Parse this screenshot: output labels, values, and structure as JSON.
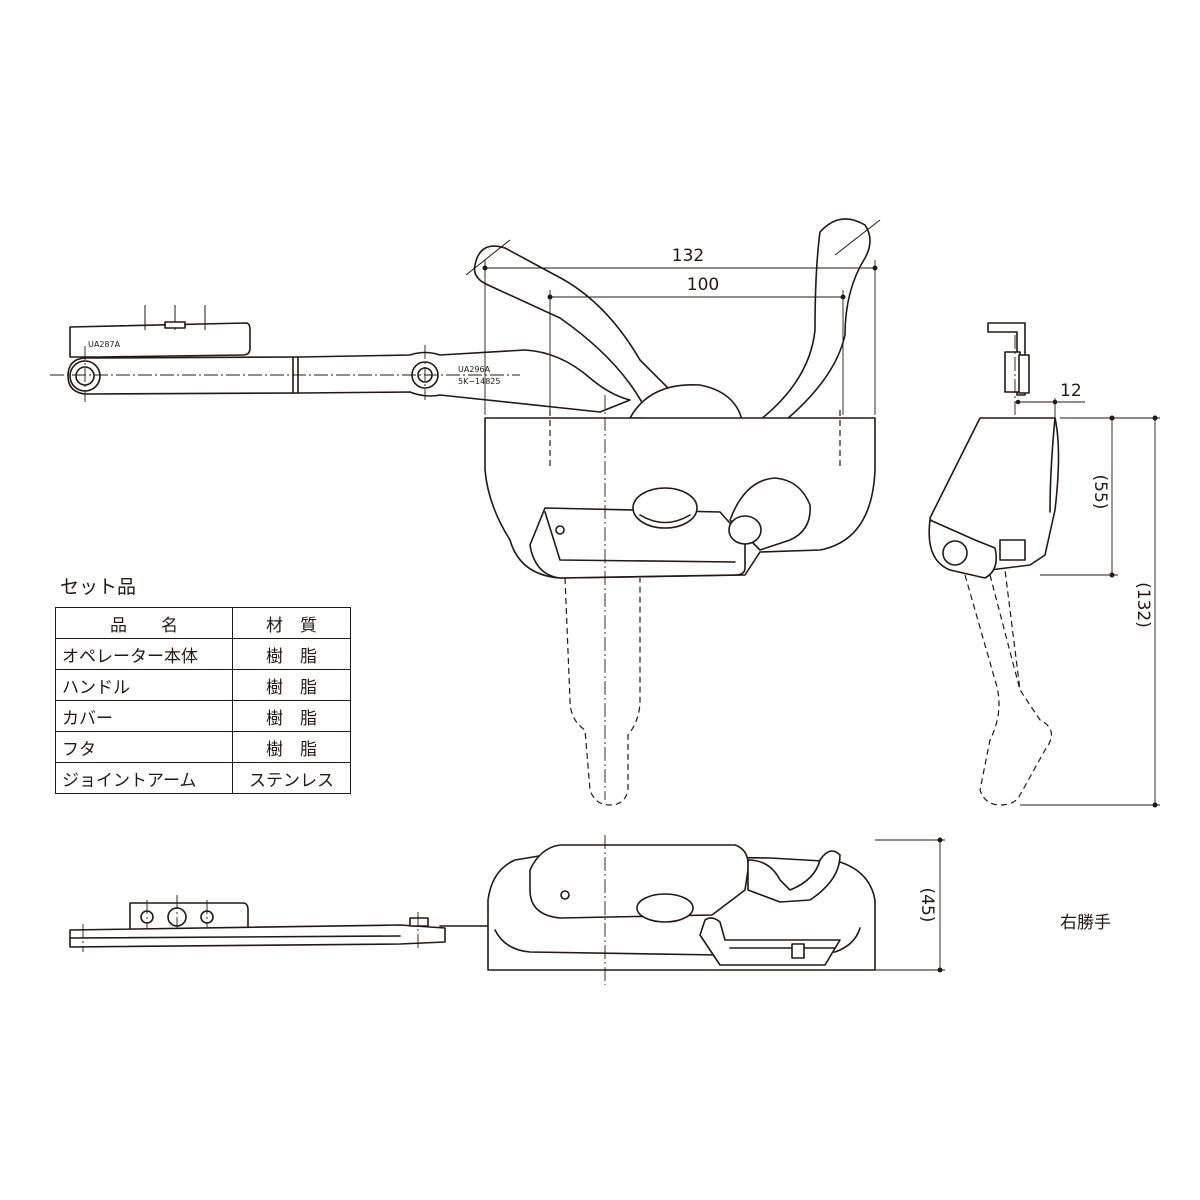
{
  "dimensions": {
    "overall_width": "132",
    "pivot_width": "100",
    "side_offset": "12",
    "side_height_partial": "(55)",
    "side_height_total": "(132)",
    "bottom_height": "(45)"
  },
  "part_labels": {
    "bracket": "UA287A",
    "arm_code": "UA296A",
    "arm_sub_code": "5K−14825"
  },
  "set_items": {
    "title": "セット品",
    "headers": {
      "name": "品　　名",
      "material": "材　質"
    },
    "rows": [
      {
        "name": "オペレーター本体",
        "material": "樹　脂"
      },
      {
        "name": "ハンドル",
        "material": "樹　脂"
      },
      {
        "name": "カバー",
        "material": "樹　脂"
      },
      {
        "name": "フタ",
        "material": "樹　脂"
      },
      {
        "name": "ジョイントアーム",
        "material": "ステンレス"
      }
    ]
  },
  "handedness": "右勝手",
  "colors": {
    "line": "#231815",
    "background": "#ffffff"
  }
}
